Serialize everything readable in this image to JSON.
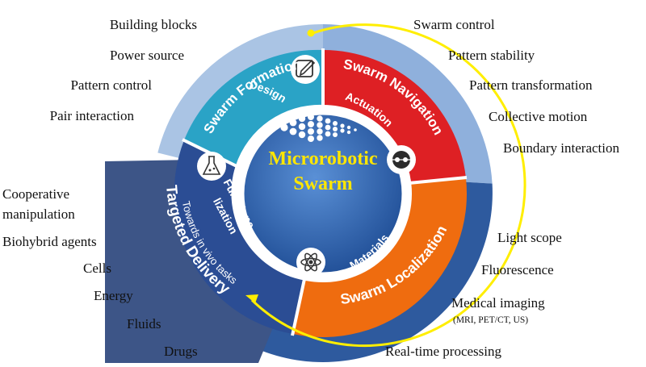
{
  "center": {
    "line1": "Microrobotic",
    "line2": "Swarm"
  },
  "outer_ring": {
    "formation": "Swarm Formation",
    "navigation": "Swarm Navigation",
    "localization": "Swarm Localization",
    "delivery": "Targeted Delivery",
    "delivery_sub": "Towards in vivo tasks"
  },
  "inner_ring": {
    "design": "Design",
    "actuation": "Actuation",
    "materials": "Materials",
    "functionalization_1": "Functiona-",
    "functionalization_2": "lization"
  },
  "lists": {
    "formation": [
      "Building blocks",
      "Power source",
      "Pattern control",
      "Pair interaction"
    ],
    "navigation": [
      "Swarm control",
      "Pattern stability",
      "Pattern transformation",
      "Collective motion",
      "Boundary interaction"
    ],
    "localization": [
      "Light scope",
      "Fluorescence",
      "Medical imaging",
      "(MRI, PET/CT, US)",
      "Real-time processing"
    ],
    "delivery": [
      "Cooperative",
      "manipulation",
      "Biohybrid agents",
      "Cells",
      "Energy",
      "Fluids",
      "Drugs"
    ]
  },
  "colors": {
    "formation": "#aac4e4",
    "navigation": "#8fb0dc",
    "localization": "#2e5a9e",
    "delivery": "#3d5587",
    "design": "#2aa3c6",
    "actuation": "#de2024",
    "materials": "#ef6c0f",
    "functionalization": "#2b4d94",
    "center": "#2c64b0",
    "arrow": "#ffee00"
  }
}
